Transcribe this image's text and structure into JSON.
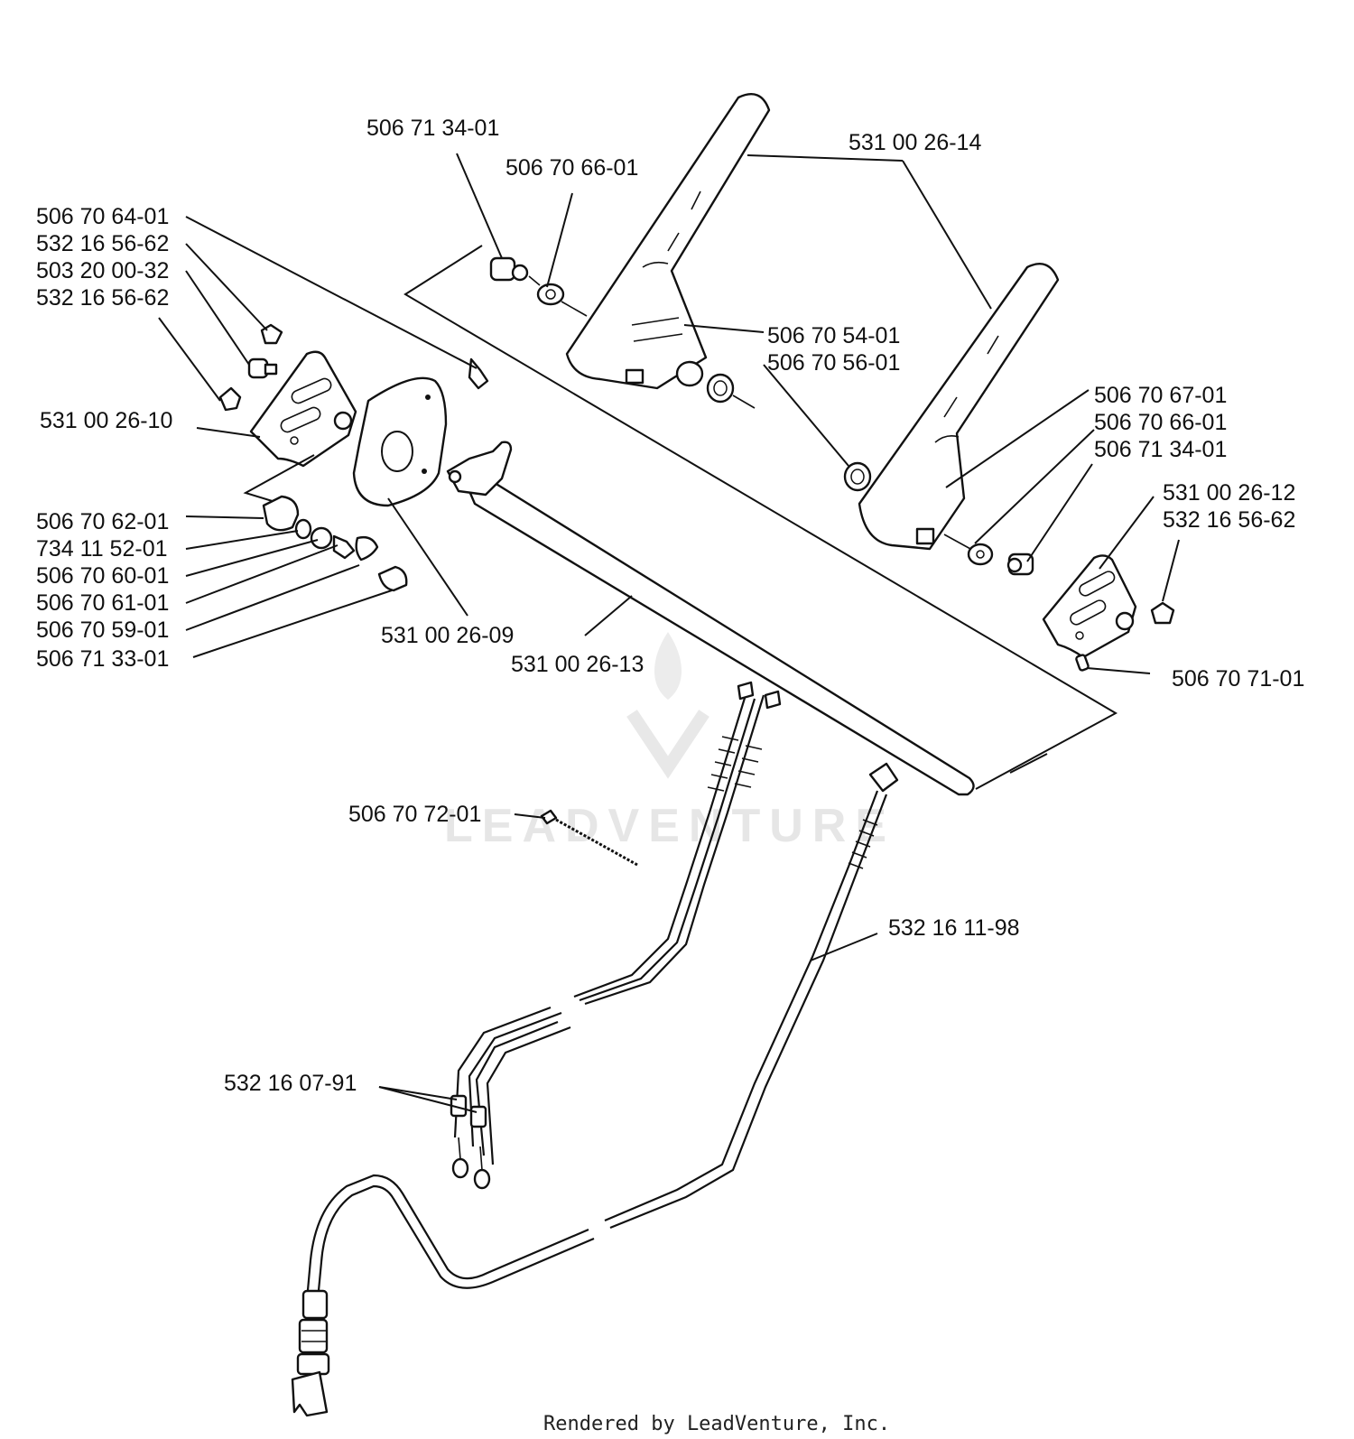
{
  "labels": {
    "p_50671340_top": "506 71 34-01",
    "p_50670660_top": "506 70 66-01",
    "p_53100261_4": "531 00 26-14",
    "p_50670640": "506 70 64-01",
    "p_53216562_a": "532 16 56-62",
    "p_50320003": "503 20 00-32",
    "p_53216562_b": "532 16 56-62",
    "p_53100261_0": "531 00 26-10",
    "p_50670540": "506 70 54-01",
    "p_50670560": "506 70 56-01",
    "p_50670670": "506 70 67-01",
    "p_50670660_r": "506 70 66-01",
    "p_50671340_r": "506 71 34-01",
    "p_53100261_2": "531 00 26-12",
    "p_53216562_c": "532 16 56-62",
    "p_50670620": "506 70 62-01",
    "p_73411520": "734 11 52-01",
    "p_50670600": "506 70 60-01",
    "p_50670610": "506 70 61-01",
    "p_50670590": "506 70 59-01",
    "p_50671330": "506 71 33-01",
    "p_53100260_9": "531 00 26-09",
    "p_53100261_3": "531 00 26-13",
    "p_50670710": "506 70 71-01",
    "p_50670720": "506 70 72-01",
    "p_53216119": "532 16 11-98",
    "p_53216079": "532 16 07-91"
  },
  "footer": "Rendered by LeadVenture, Inc.",
  "watermark": "LEADVENTURE",
  "colors": {
    "ink": "#111111",
    "background": "#ffffff",
    "watermark": "#e6e6e6"
  }
}
